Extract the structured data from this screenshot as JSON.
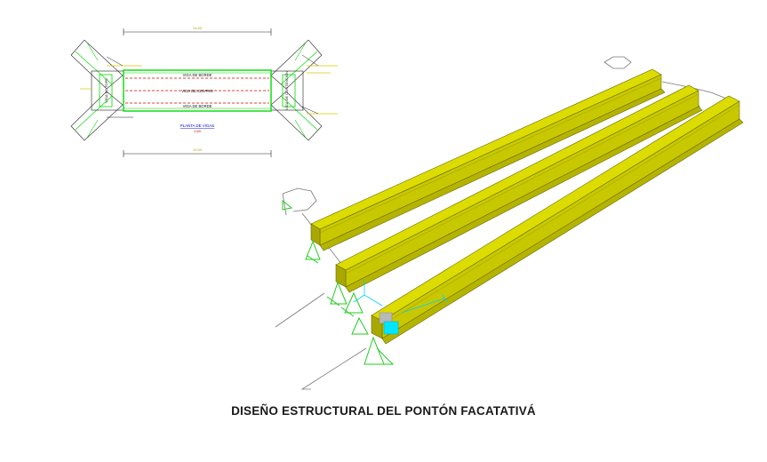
{
  "caption": "DISEÑO ESTRUCTURAL DEL PONTÓN FACATATIVÁ",
  "plan": {
    "dim_top": "14.60",
    "dim_bottom": "14.60",
    "beam_labels": [
      "VIGA DE BORDE",
      "VIGA DE CENTRO",
      "VIGA DE BORDE"
    ],
    "left_stop_label": "VIGA DE TOPE",
    "right_stop_label": "VIGA DE CONTENCIÓN",
    "plan_title": "PLANTA DE VIGAS",
    "plan_scale": "1:50"
  },
  "colors": {
    "beam_fill": "#c8c800",
    "beam_top": "#d8d800",
    "beam_edge": "#6b6b00",
    "support": "#22cc22",
    "axis": "#00d0ff",
    "plan_green": "#00dd00",
    "plan_red": "#dd0000",
    "dim_yellow": "#d8c800"
  },
  "icons": [
    "support-triangle-icon",
    "axis-gizmo-icon"
  ]
}
